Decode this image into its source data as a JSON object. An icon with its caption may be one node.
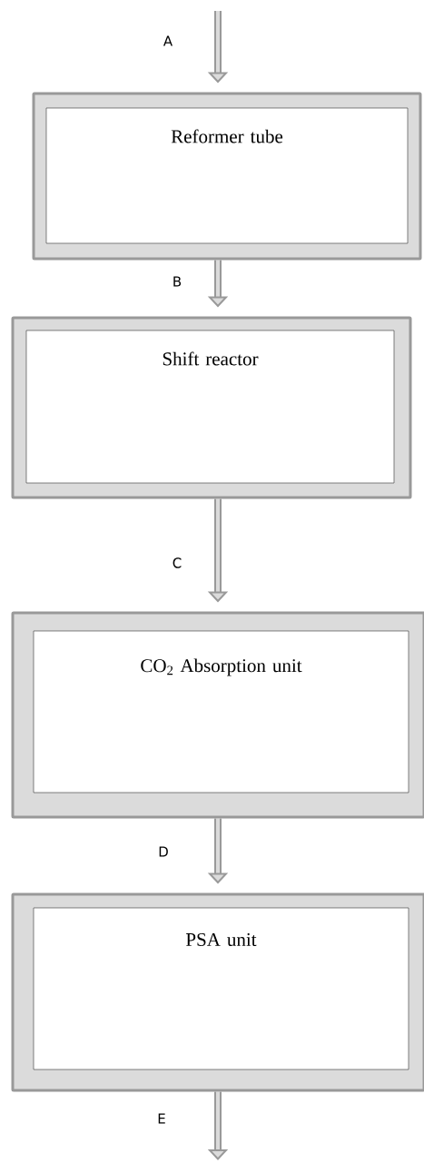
{
  "diagram": {
    "nodes": [
      {
        "text": [
          "Reformer tube"
        ]
      },
      {
        "text": [
          "Shift reactor"
        ]
      },
      {
        "text": [
          "CO$_{2}$ Absorption unit"
        ]
      },
      {
        "text": [
          "PSA unit"
        ]
      }
    ],
    "edges": [
      {
        "from": null,
        "to": 0,
        "arrow": "to",
        "label": "A"
      },
      {
        "from": 0,
        "to": 1,
        "arrow": "to",
        "label": "B"
      },
      {
        "from": 1,
        "to": 2,
        "arrow": "to",
        "label": "C"
      },
      {
        "from": 2,
        "to": 3,
        "arrow": "to",
        "label": "D"
      },
      {
        "from": 3,
        "to": null,
        "arrow": "to",
        "label": "E"
      }
    ]
  }
}
